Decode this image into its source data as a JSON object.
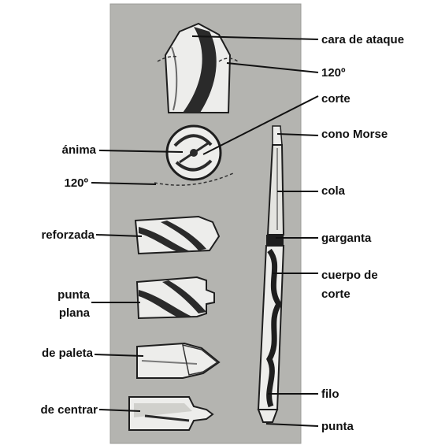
{
  "colors": {
    "panel": "#b4b4b0",
    "ink": "#111111",
    "metal_light": "#ededeb",
    "metal_dark": "#2a2a2a"
  },
  "labels": {
    "cara_de_ataque": "cara de ataque",
    "angulo_top": "120º",
    "corte": "corte",
    "cono_morse": "cono Morse",
    "anima": "ánima",
    "angulo_mid": "120º",
    "cola": "cola",
    "reforzada": "reforzada",
    "garganta": "garganta",
    "cuerpo_de_corte_1": "cuerpo de",
    "cuerpo_de_corte_2": "corte",
    "punta_plana_1": "punta",
    "punta_plana_2": "plana",
    "de_paleta": "de paleta",
    "filo": "filo",
    "de_centrar": "de centrar",
    "punta": "punta"
  }
}
